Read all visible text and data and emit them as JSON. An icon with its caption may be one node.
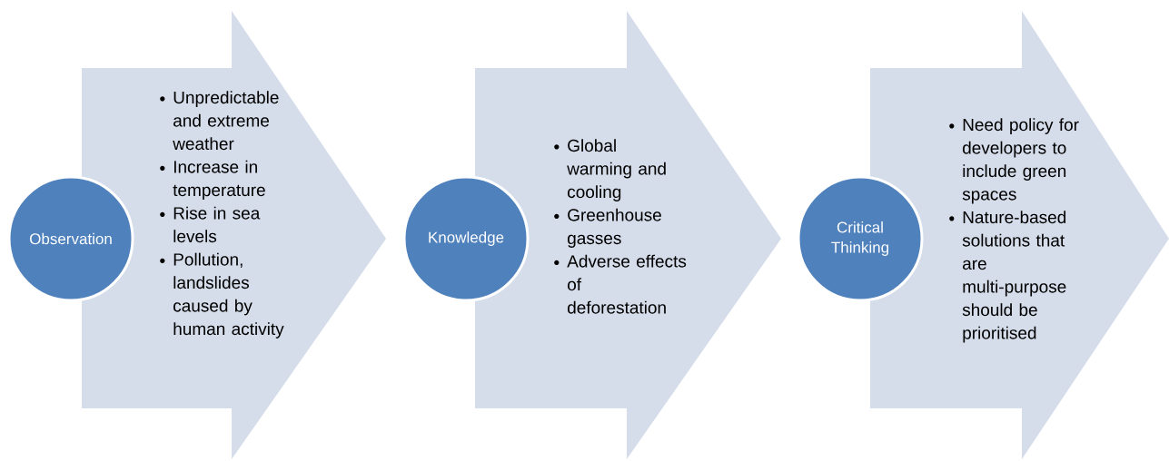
{
  "diagram": {
    "nodes": [
      {
        "text": [
          "Observation"
        ]
      },
      {
        "text": [
          "Unpredictable and extreme weather",
          "Increase in temperature",
          "Rise in sea levels",
          "Pollution, landslides caused by human activity"
        ]
      },
      {
        "text": [
          "Knowledge"
        ]
      },
      {
        "text": [
          "Global warming and cooling",
          "Greenhouse gasses",
          "Adverse effects of deforestation"
        ]
      },
      {
        "text": [
          "Critical Thinking"
        ]
      },
      {
        "text": [
          "Need policy for developers to include green spaces",
          "Nature-based solutions that are multi-purpose should be prioritised"
        ]
      }
    ]
  }
}
